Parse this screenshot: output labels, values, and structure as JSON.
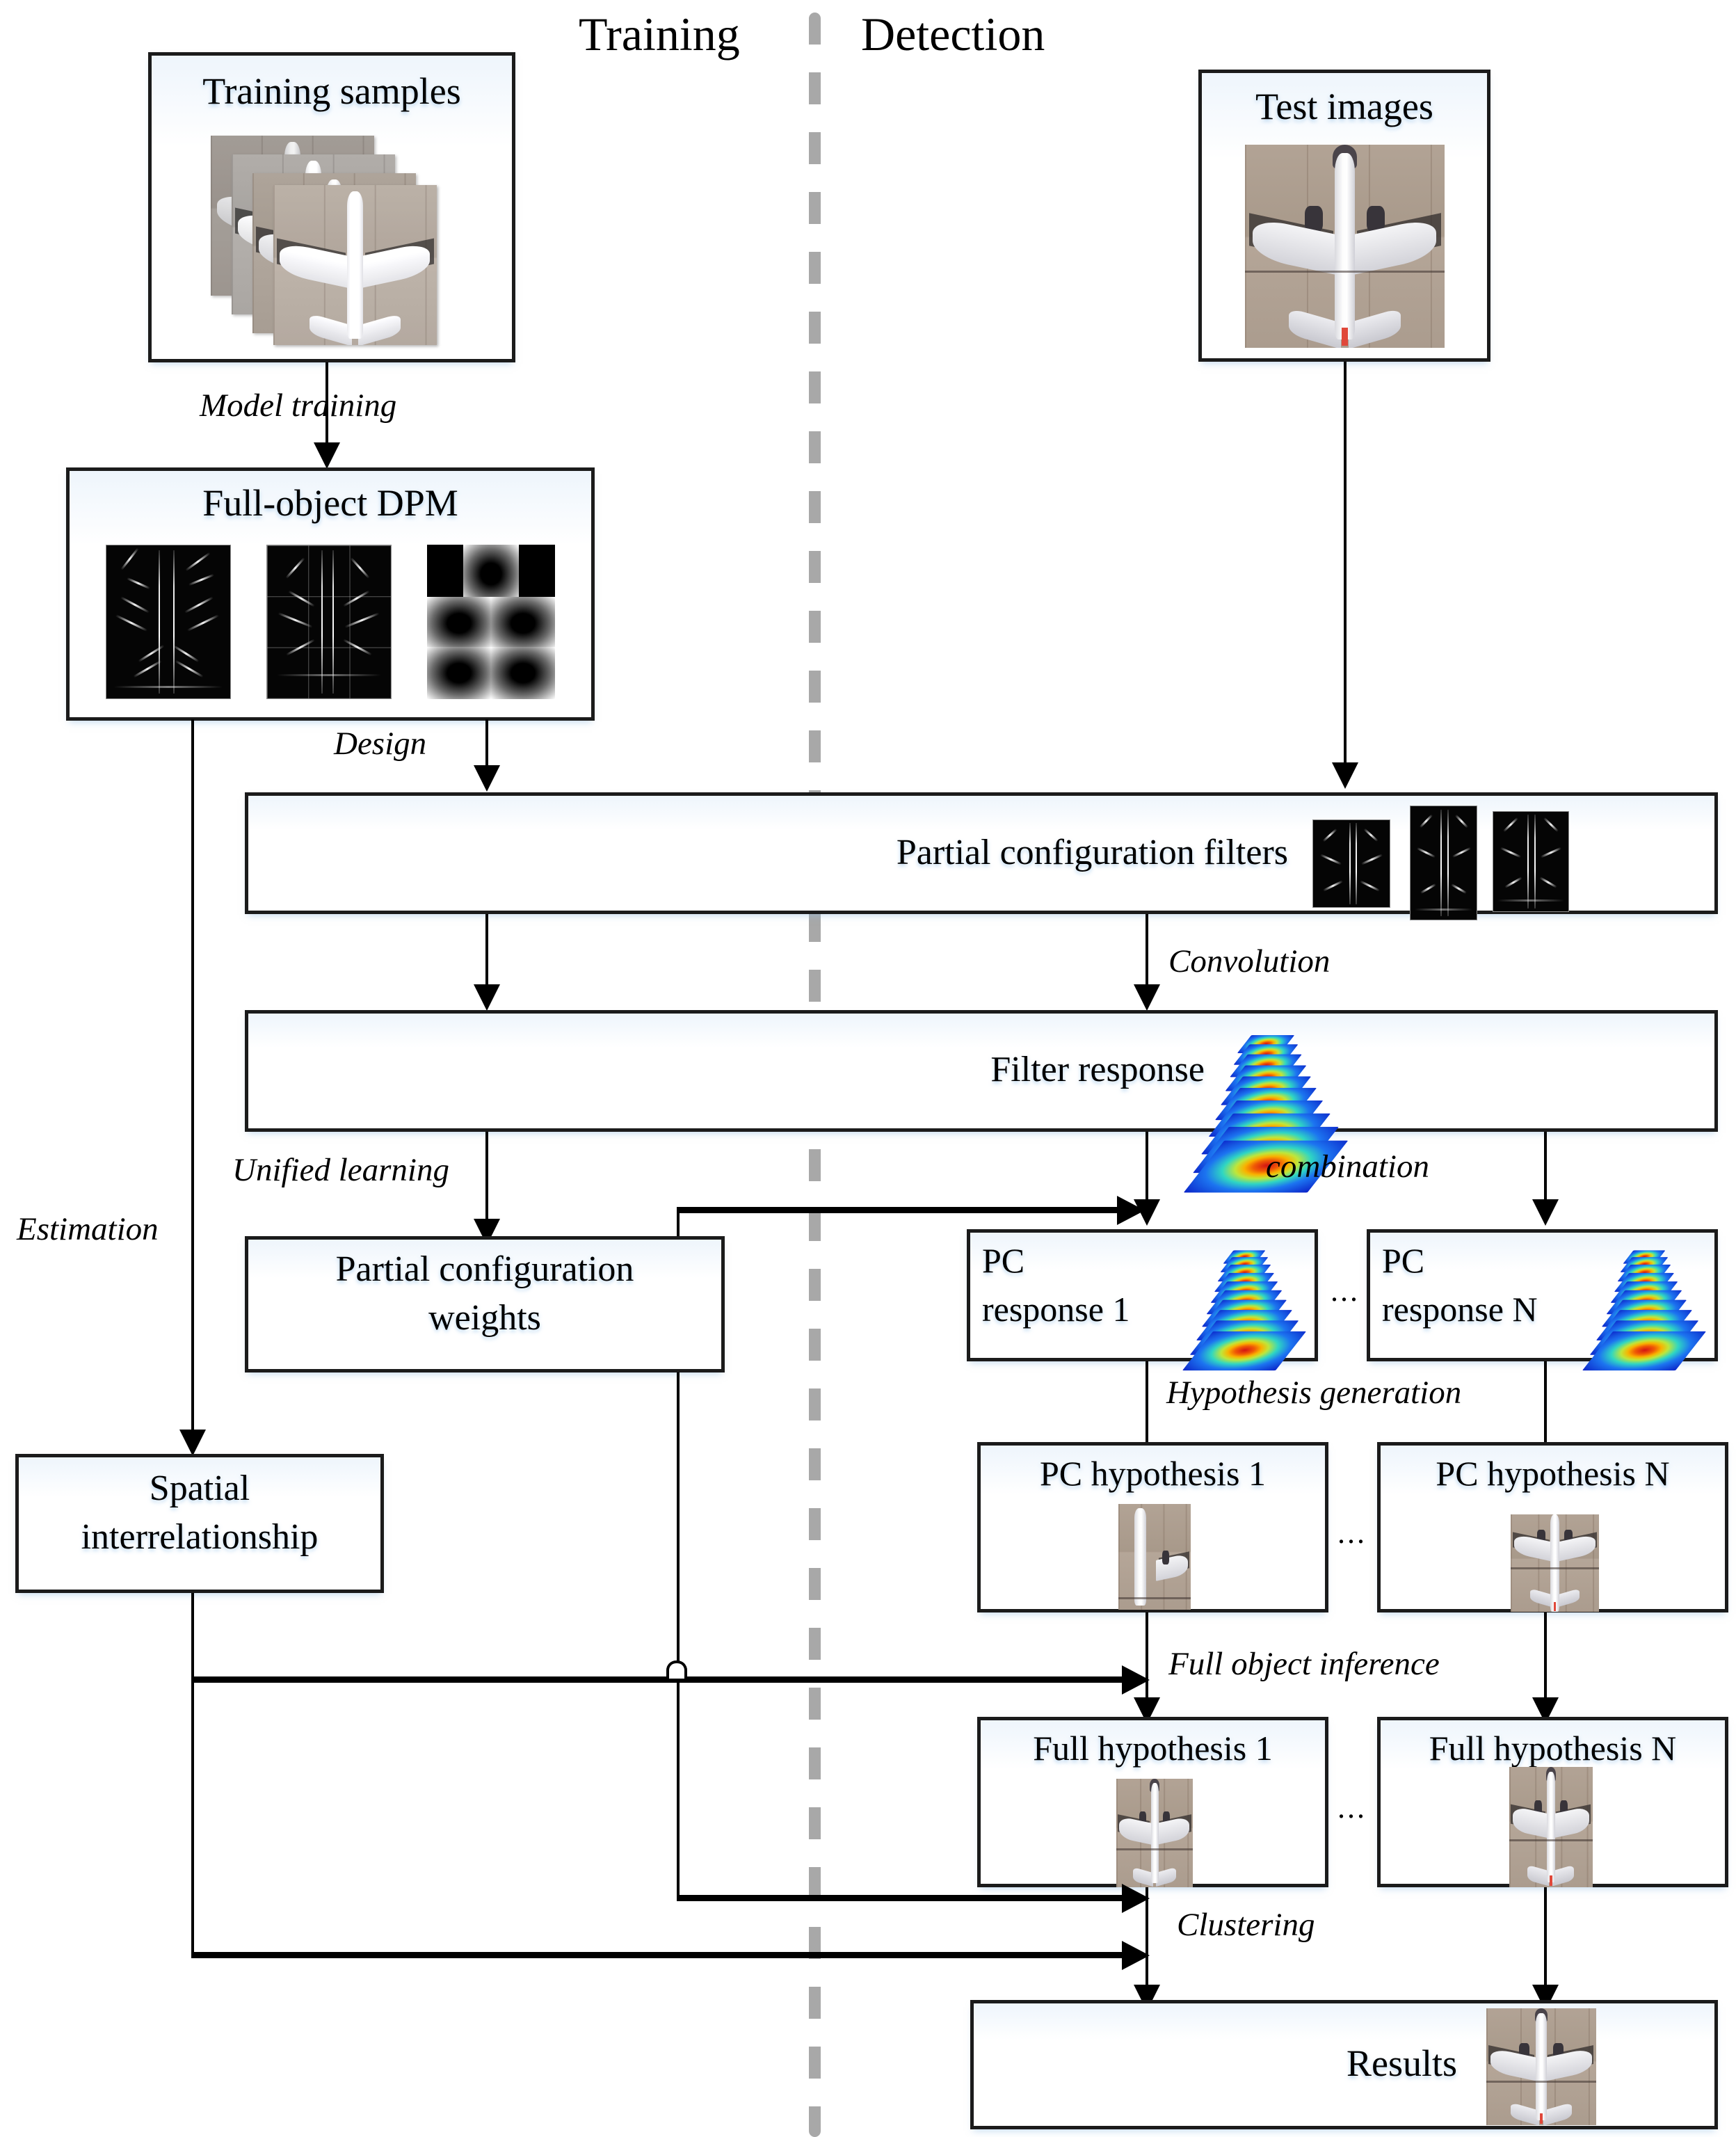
{
  "headers": {
    "training": "Training",
    "detection": "Detection"
  },
  "boxes": {
    "training_samples": "Training samples",
    "test_images": "Test images",
    "full_object_dpm": "Full-object DPM",
    "partial_configuration_filters": "Partial configuration filters",
    "filter_response": "Filter response",
    "partial_configuration_weights": "Partial configuration\nweights",
    "spatial_interrelationship": "Spatial\ninterrelationship",
    "pc_response_1": "PC\nresponse 1",
    "pc_response_n": "PC\nresponse N",
    "pc_hypothesis_1": "PC hypothesis 1",
    "pc_hypothesis_n": "PC hypothesis N",
    "full_hypothesis_1": "Full hypothesis 1",
    "full_hypothesis_n": "Full hypothesis N",
    "results": "Results"
  },
  "edge_labels": {
    "model_training": "Model training",
    "design": "Design",
    "convolution": "Convolution",
    "unified_learning": "Unified learning",
    "combination": "combination",
    "estimation": "Estimation",
    "hypothesis_generation": "Hypothesis generation",
    "full_object_inference": "Full object inference",
    "clustering": "Clustering"
  },
  "ellipsis": "...",
  "colors": {
    "box_border": "#1b1b1b",
    "box_fill": "#ffffff",
    "box_glow": "#eef5fc",
    "divider": "#a8a8a8",
    "arrow": "#000000",
    "heatmap_hot": "#d31414",
    "heatmap_cold": "#0b22c8"
  }
}
